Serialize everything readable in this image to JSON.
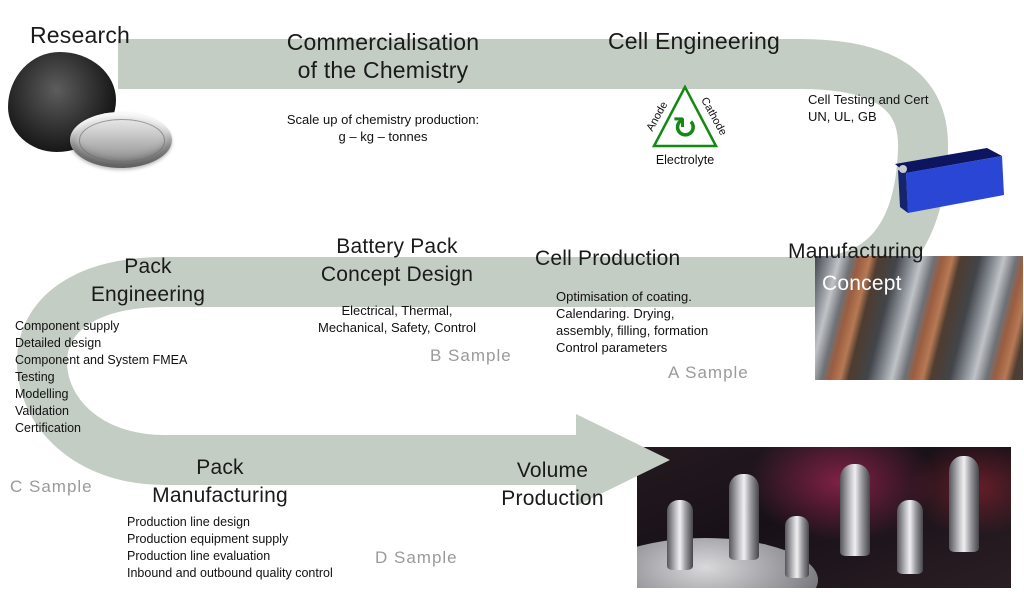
{
  "colors": {
    "arrow_band": "#c4cdc3",
    "sample_text": "#9a9a9a",
    "triangle_green": "#128a12",
    "cell_blue": "#2a46d4"
  },
  "stages": {
    "research": {
      "title": "Research"
    },
    "commercialisation": {
      "title1": "Commercialisation",
      "title2": "of the Chemistry",
      "detail1": "Scale up of chemistry production:",
      "detail2": "g – kg – tonnes"
    },
    "cell_engineering": {
      "title": "Cell Engineering",
      "anode": "Anode",
      "cathode": "Cathode",
      "electrolyte": "Electrolyte",
      "recycle_icon": "↻",
      "cert1": "Cell Testing and Cert",
      "cert2": "UN, UL, GB"
    },
    "manufacturing_concept": {
      "title1": "Manufacturing",
      "title2": "Concept"
    },
    "cell_production": {
      "title": "Cell Production",
      "details": [
        "Optimisation of coating.",
        "Calendaring. Drying,",
        "assembly, filling, formation",
        "Control parameters"
      ],
      "sample": "A Sample"
    },
    "battery_pack": {
      "title1": "Battery Pack",
      "title2": "Concept Design",
      "detail1": "Electrical, Thermal,",
      "detail2": "Mechanical, Safety, Control",
      "sample": "B Sample"
    },
    "pack_engineering": {
      "title1": "Pack",
      "title2": "Engineering",
      "details": [
        "Component supply",
        "Detailed design",
        "Component and System FMEA",
        "Testing",
        "Modelling",
        "Validation",
        "Certification"
      ],
      "sample": "C Sample"
    },
    "pack_manufacturing": {
      "title1": "Pack",
      "title2": "Manufacturing",
      "details": [
        "Production line design",
        "Production equipment supply",
        "Production line evaluation",
        "Inbound and outbound quality control"
      ],
      "sample": "D Sample"
    },
    "volume_production": {
      "title1": "Volume",
      "title2": "Production"
    }
  }
}
